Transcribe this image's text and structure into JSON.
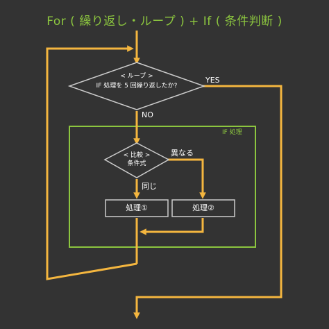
{
  "title": "For ( 繰り返し・ループ ) + If ( 条件判断 )",
  "loop_decision": {
    "line1": "< ループ >",
    "line2": "IF 処理を 5 回繰り返したか?"
  },
  "if_decision": {
    "line1": "< 比較 >",
    "line2": "条件式"
  },
  "labels": {
    "yes": "YES",
    "no": "NO",
    "if_group": "IF 処理",
    "different": "異なる",
    "same": "同じ",
    "process1": "処理①",
    "process2": "処理②"
  },
  "colors": {
    "background": "#333333",
    "flow_line": "#f4b63f",
    "group_border": "#8cc63f",
    "shape_stroke": "#cccccc",
    "text": "#ffffff",
    "accent_text": "#8cc63f"
  }
}
